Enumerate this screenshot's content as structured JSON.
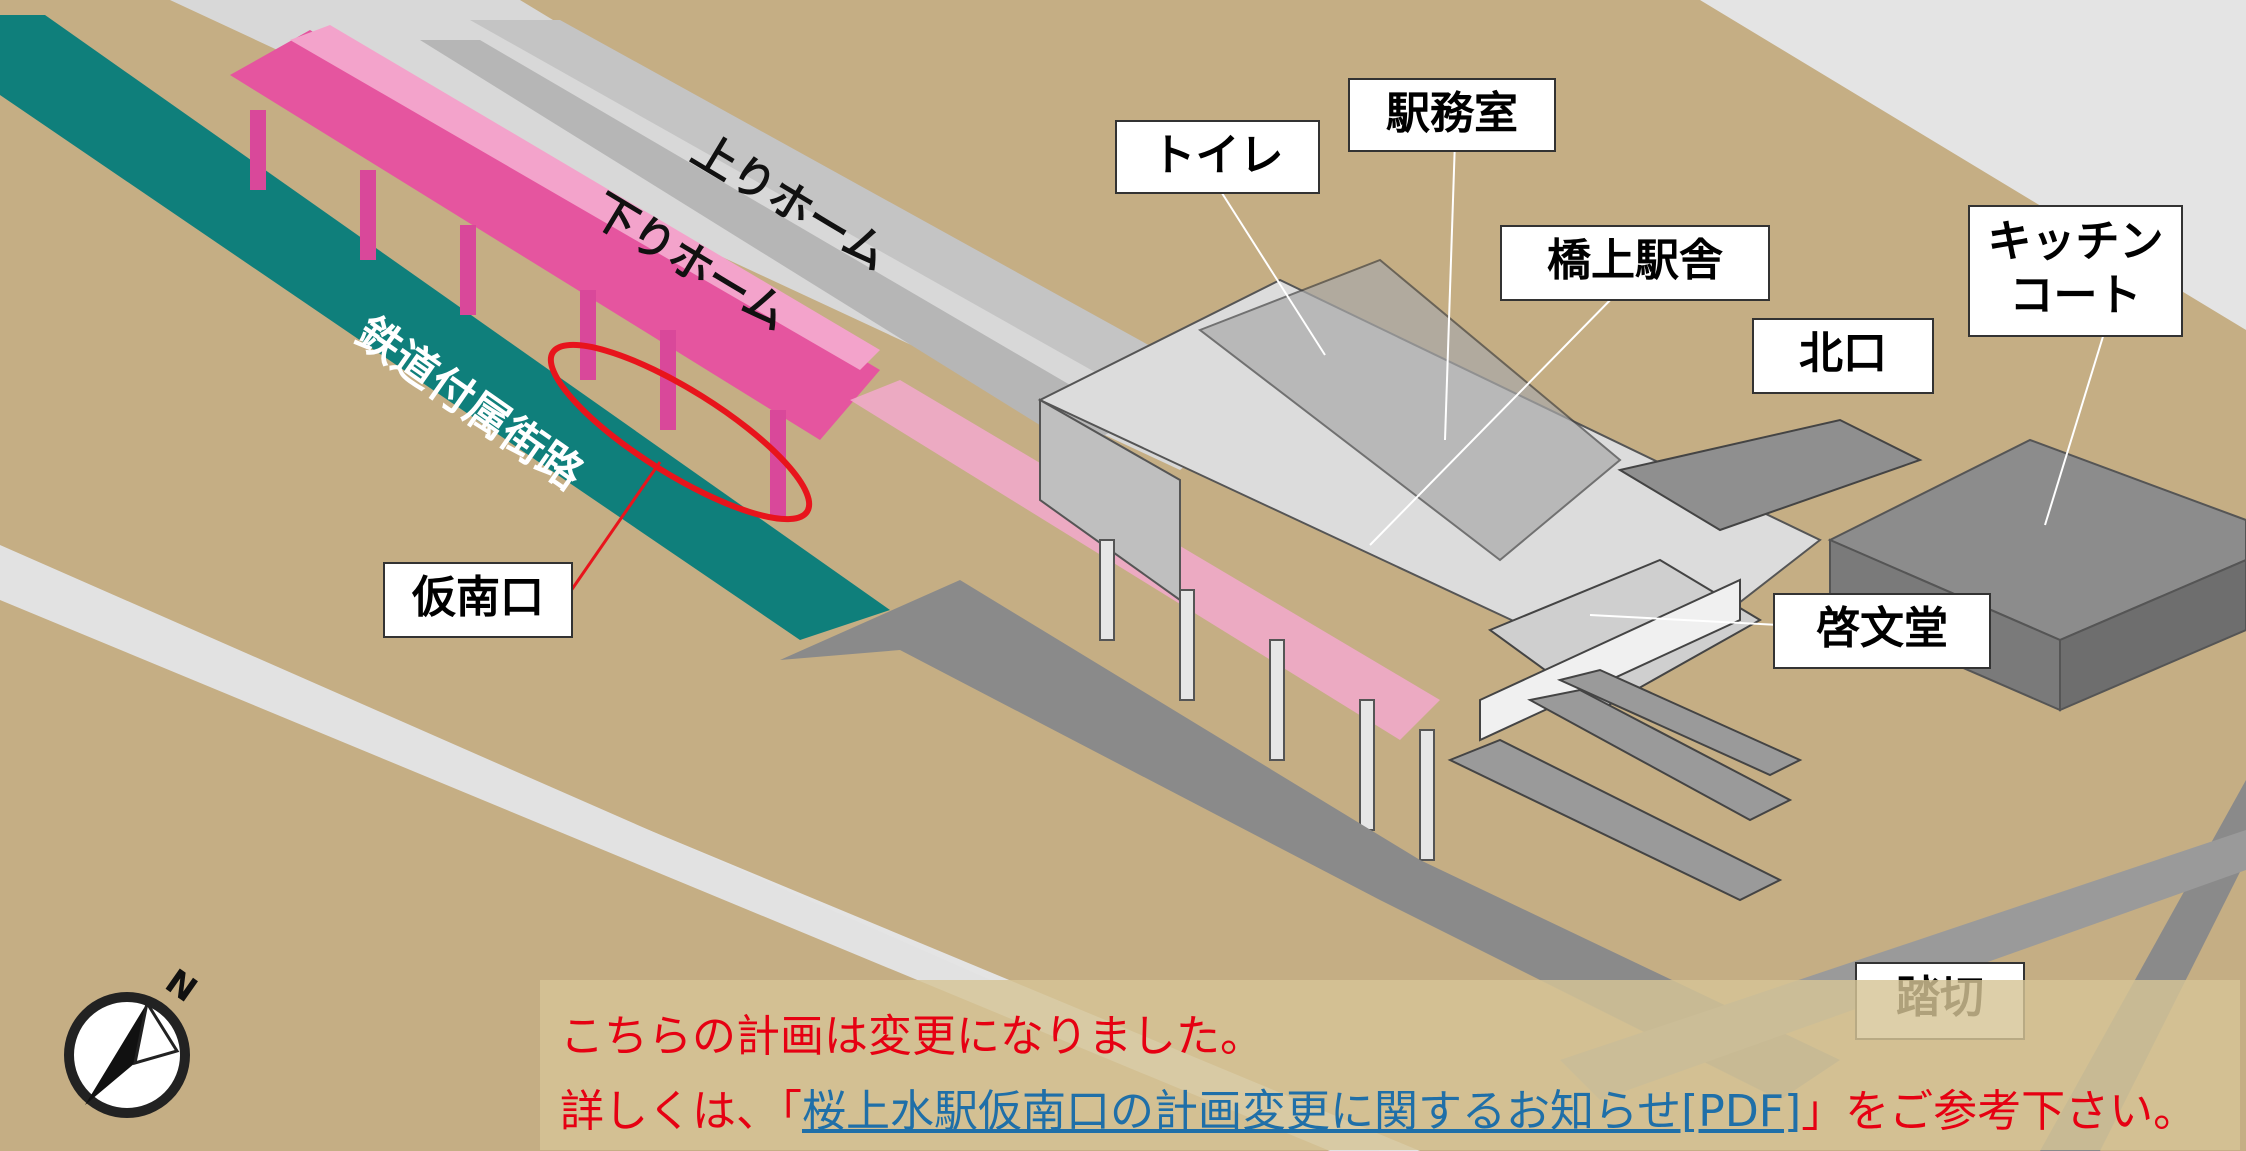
{
  "labels": {
    "toilet": "トイレ",
    "station_office": "駅務室",
    "bridge_station": "橋上駅舎",
    "kitchen_court_line1": "キッチン",
    "kitchen_court_line2": "コート",
    "north_exit": "北口",
    "keibundo": "啓文堂",
    "temporary_south_exit": "仮南口",
    "railway_crossing": "踏切",
    "up_platform": "上りホーム",
    "down_platform": "下りホーム",
    "railway_street": "鉄道付属街路"
  },
  "notice": {
    "line1": "こちらの計画は変更になりました。",
    "line2_prefix": "詳しくは、「",
    "line2_link": "桜上水駅仮南口の計画変更に関するお知らせ[PDF]",
    "line2_suffix": "」をご参考下さい。"
  },
  "compass": {
    "north_label": "N",
    "icon": "compass-north-arrow-icon"
  },
  "colors": {
    "ground": "#c5ae84",
    "road": "#8a8a8a",
    "teal_street": "#0f7f7b",
    "pink_structure": "#e5559f",
    "notice_red": "#e60012",
    "link_blue": "#1f6fa8",
    "highlight_ellipse": "#e8141c"
  }
}
